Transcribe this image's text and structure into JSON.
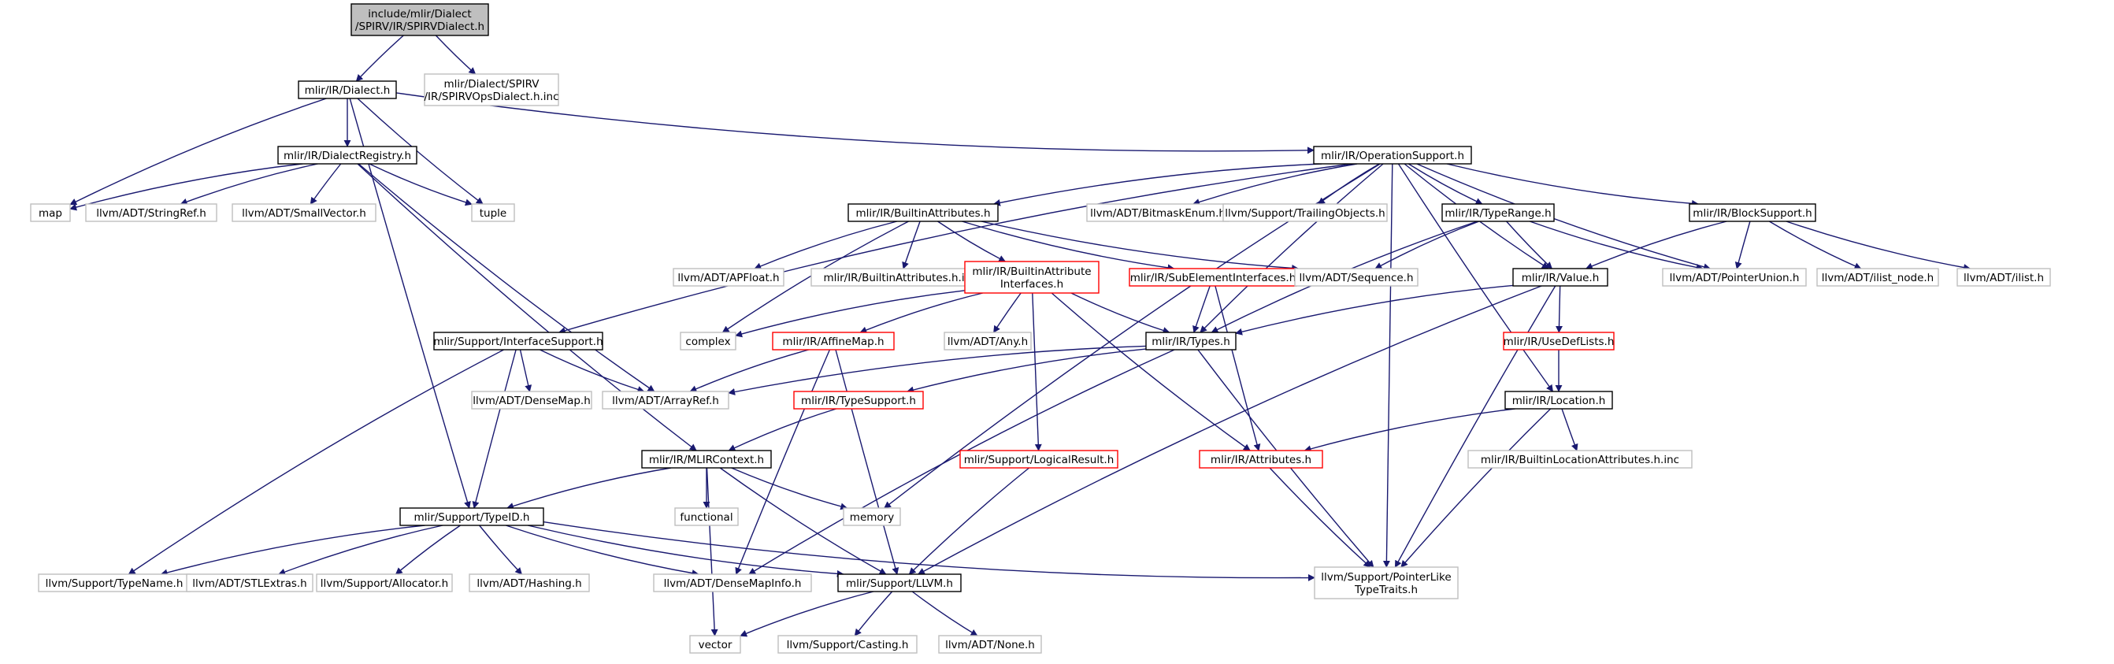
{
  "colors": {
    "edge": "#191970",
    "text": "#000000",
    "border_default": "#000000",
    "border_external": "#bfbfbf",
    "border_truncated": "#ff0000",
    "root_fill": "#bfbfbf",
    "fill": "#ffffff"
  },
  "graph": {
    "nodes": [
      {
        "id": "root",
        "lines": [
          "include/mlir/Dialect",
          "/SPIRV/IR/SPIRVDialect.h"
        ],
        "kind": "root"
      },
      {
        "id": "dialect",
        "lines": [
          "mlir/IR/Dialect.h"
        ],
        "kind": "normal"
      },
      {
        "id": "spirvops",
        "lines": [
          "mlir/Dialect/SPIRV",
          "/IR/SPIRVOpsDialect.h.inc"
        ],
        "kind": "external"
      },
      {
        "id": "dialectreg",
        "lines": [
          "mlir/IR/DialectRegistry.h"
        ],
        "kind": "normal"
      },
      {
        "id": "opsupport",
        "lines": [
          "mlir/IR/OperationSupport.h"
        ],
        "kind": "normal"
      },
      {
        "id": "map",
        "lines": [
          "map"
        ],
        "kind": "external"
      },
      {
        "id": "stringref",
        "lines": [
          "llvm/ADT/StringRef.h"
        ],
        "kind": "external"
      },
      {
        "id": "smallvector",
        "lines": [
          "llvm/ADT/SmallVector.h"
        ],
        "kind": "external"
      },
      {
        "id": "tuple",
        "lines": [
          "tuple"
        ],
        "kind": "external"
      },
      {
        "id": "builtinattrs",
        "lines": [
          "mlir/IR/BuiltinAttributes.h"
        ],
        "kind": "normal"
      },
      {
        "id": "bitmask",
        "lines": [
          "llvm/ADT/BitmaskEnum.h"
        ],
        "kind": "external"
      },
      {
        "id": "trailing",
        "lines": [
          "llvm/Support/TrailingObjects.h"
        ],
        "kind": "external"
      },
      {
        "id": "typerange",
        "lines": [
          "mlir/IR/TypeRange.h"
        ],
        "kind": "normal"
      },
      {
        "id": "blocksupport",
        "lines": [
          "mlir/IR/BlockSupport.h"
        ],
        "kind": "normal"
      },
      {
        "id": "apfloat",
        "lines": [
          "llvm/ADT/APFloat.h"
        ],
        "kind": "external"
      },
      {
        "id": "builtinattrsinc",
        "lines": [
          "mlir/IR/BuiltinAttributes.h.inc"
        ],
        "kind": "external"
      },
      {
        "id": "builtinattrif",
        "lines": [
          "mlir/IR/BuiltinAttribute",
          "Interfaces.h"
        ],
        "kind": "truncated"
      },
      {
        "id": "subelement",
        "lines": [
          "mlir/IR/SubElementInterfaces.h"
        ],
        "kind": "truncated"
      },
      {
        "id": "sequence",
        "lines": [
          "llvm/ADT/Sequence.h"
        ],
        "kind": "external"
      },
      {
        "id": "value",
        "lines": [
          "mlir/IR/Value.h"
        ],
        "kind": "normal"
      },
      {
        "id": "pointerunion",
        "lines": [
          "llvm/ADT/PointerUnion.h"
        ],
        "kind": "external"
      },
      {
        "id": "ilistnode",
        "lines": [
          "llvm/ADT/ilist_node.h"
        ],
        "kind": "external"
      },
      {
        "id": "ilist",
        "lines": [
          "llvm/ADT/ilist.h"
        ],
        "kind": "external"
      },
      {
        "id": "complex",
        "lines": [
          "complex"
        ],
        "kind": "external"
      },
      {
        "id": "affinemap",
        "lines": [
          "mlir/IR/AffineMap.h"
        ],
        "kind": "truncated"
      },
      {
        "id": "any",
        "lines": [
          "llvm/ADT/Any.h"
        ],
        "kind": "external"
      },
      {
        "id": "types",
        "lines": [
          "mlir/IR/Types.h"
        ],
        "kind": "normal"
      },
      {
        "id": "usedef",
        "lines": [
          "mlir/IR/UseDefLists.h"
        ],
        "kind": "truncated"
      },
      {
        "id": "ifsupport",
        "lines": [
          "mlir/Support/InterfaceSupport.h"
        ],
        "kind": "normal"
      },
      {
        "id": "densemap",
        "lines": [
          "llvm/ADT/DenseMap.h"
        ],
        "kind": "external"
      },
      {
        "id": "arrayref",
        "lines": [
          "llvm/ADT/ArrayRef.h"
        ],
        "kind": "external"
      },
      {
        "id": "typesupport",
        "lines": [
          "mlir/IR/TypeSupport.h"
        ],
        "kind": "truncated"
      },
      {
        "id": "location",
        "lines": [
          "mlir/IR/Location.h"
        ],
        "kind": "normal"
      },
      {
        "id": "mlircontext",
        "lines": [
          "mlir/IR/MLIRContext.h"
        ],
        "kind": "normal"
      },
      {
        "id": "logicalresult",
        "lines": [
          "mlir/Support/LogicalResult.h"
        ],
        "kind": "truncated"
      },
      {
        "id": "attributes",
        "lines": [
          "mlir/IR/Attributes.h"
        ],
        "kind": "truncated"
      },
      {
        "id": "builtinlocinc",
        "lines": [
          "mlir/IR/BuiltinLocationAttributes.h.inc"
        ],
        "kind": "external"
      },
      {
        "id": "functional",
        "lines": [
          "functional"
        ],
        "kind": "external"
      },
      {
        "id": "memory",
        "lines": [
          "memory"
        ],
        "kind": "external"
      },
      {
        "id": "typeid",
        "lines": [
          "mlir/Support/TypeID.h"
        ],
        "kind": "normal"
      },
      {
        "id": "typename",
        "lines": [
          "llvm/Support/TypeName.h"
        ],
        "kind": "external"
      },
      {
        "id": "stlextras",
        "lines": [
          "llvm/ADT/STLExtras.h"
        ],
        "kind": "external"
      },
      {
        "id": "allocator",
        "lines": [
          "llvm/Support/Allocator.h"
        ],
        "kind": "external"
      },
      {
        "id": "hashing",
        "lines": [
          "llvm/ADT/Hashing.h"
        ],
        "kind": "external"
      },
      {
        "id": "densemapinfo",
        "lines": [
          "llvm/ADT/DenseMapInfo.h"
        ],
        "kind": "external"
      },
      {
        "id": "llvmh",
        "lines": [
          "mlir/Support/LLVM.h"
        ],
        "kind": "normal"
      },
      {
        "id": "pointerlike",
        "lines": [
          "llvm/Support/PointerLike",
          "TypeTraits.h"
        ],
        "kind": "external"
      },
      {
        "id": "vector",
        "lines": [
          "vector"
        ],
        "kind": "external"
      },
      {
        "id": "casting",
        "lines": [
          "llvm/Support/Casting.h"
        ],
        "kind": "external"
      },
      {
        "id": "none",
        "lines": [
          "llvm/ADT/None.h"
        ],
        "kind": "external"
      }
    ],
    "edges": [
      [
        "root",
        "dialect"
      ],
      [
        "root",
        "spirvops"
      ],
      [
        "dialect",
        "dialectreg"
      ],
      [
        "dialect",
        "opsupport"
      ],
      [
        "dialect",
        "map"
      ],
      [
        "dialect",
        "tuple"
      ],
      [
        "dialect",
        "typeid"
      ],
      [
        "dialectreg",
        "map"
      ],
      [
        "dialectreg",
        "stringref"
      ],
      [
        "dialectreg",
        "smallvector"
      ],
      [
        "dialectreg",
        "tuple"
      ],
      [
        "dialectreg",
        "arrayref"
      ],
      [
        "dialectreg",
        "mlircontext"
      ],
      [
        "opsupport",
        "builtinattrs"
      ],
      [
        "opsupport",
        "bitmask"
      ],
      [
        "opsupport",
        "trailing"
      ],
      [
        "opsupport",
        "typerange"
      ],
      [
        "opsupport",
        "blocksupport"
      ],
      [
        "opsupport",
        "value"
      ],
      [
        "opsupport",
        "pointerunion"
      ],
      [
        "opsupport",
        "ifsupport"
      ],
      [
        "opsupport",
        "location"
      ],
      [
        "opsupport",
        "memory"
      ],
      [
        "opsupport",
        "pointerlike"
      ],
      [
        "opsupport",
        "types"
      ],
      [
        "builtinattrs",
        "apfloat"
      ],
      [
        "builtinattrs",
        "builtinattrsinc"
      ],
      [
        "builtinattrs",
        "builtinattrif"
      ],
      [
        "builtinattrs",
        "subelement"
      ],
      [
        "builtinattrs",
        "sequence"
      ],
      [
        "builtinattrs",
        "complex"
      ],
      [
        "typerange",
        "sequence"
      ],
      [
        "typerange",
        "value"
      ],
      [
        "typerange",
        "pointerunion"
      ],
      [
        "typerange",
        "types"
      ],
      [
        "blocksupport",
        "value"
      ],
      [
        "blocksupport",
        "pointerunion"
      ],
      [
        "blocksupport",
        "ilistnode"
      ],
      [
        "blocksupport",
        "ilist"
      ],
      [
        "builtinattrif",
        "complex"
      ],
      [
        "builtinattrif",
        "affinemap"
      ],
      [
        "builtinattrif",
        "any"
      ],
      [
        "builtinattrif",
        "types"
      ],
      [
        "builtinattrif",
        "logicalresult"
      ],
      [
        "builtinattrif",
        "attributes"
      ],
      [
        "subelement",
        "types"
      ],
      [
        "subelement",
        "attributes"
      ],
      [
        "value",
        "types"
      ],
      [
        "value",
        "usedef"
      ],
      [
        "value",
        "llvmh"
      ],
      [
        "value",
        "pointerlike"
      ],
      [
        "affinemap",
        "arrayref"
      ],
      [
        "affinemap",
        "llvmh"
      ],
      [
        "affinemap",
        "densemapinfo"
      ],
      [
        "types",
        "arrayref"
      ],
      [
        "types",
        "typesupport"
      ],
      [
        "types",
        "densemapinfo"
      ],
      [
        "types",
        "pointerlike"
      ],
      [
        "usedef",
        "location"
      ],
      [
        "ifsupport",
        "densemap"
      ],
      [
        "ifsupport",
        "arrayref"
      ],
      [
        "ifsupport",
        "typeid"
      ],
      [
        "ifsupport",
        "typename"
      ],
      [
        "typesupport",
        "mlircontext"
      ],
      [
        "location",
        "attributes"
      ],
      [
        "location",
        "builtinlocinc"
      ],
      [
        "location",
        "pointerlike"
      ],
      [
        "mlircontext",
        "typeid"
      ],
      [
        "mlircontext",
        "functional"
      ],
      [
        "mlircontext",
        "memory"
      ],
      [
        "mlircontext",
        "llvmh"
      ],
      [
        "mlircontext",
        "vector"
      ],
      [
        "logicalresult",
        "llvmh"
      ],
      [
        "attributes",
        "pointerlike"
      ],
      [
        "typeid",
        "typename"
      ],
      [
        "typeid",
        "stlextras"
      ],
      [
        "typeid",
        "allocator"
      ],
      [
        "typeid",
        "hashing"
      ],
      [
        "typeid",
        "densemapinfo"
      ],
      [
        "typeid",
        "llvmh"
      ],
      [
        "typeid",
        "pointerlike"
      ],
      [
        "llvmh",
        "vector"
      ],
      [
        "llvmh",
        "casting"
      ],
      [
        "llvmh",
        "none"
      ]
    ]
  }
}
